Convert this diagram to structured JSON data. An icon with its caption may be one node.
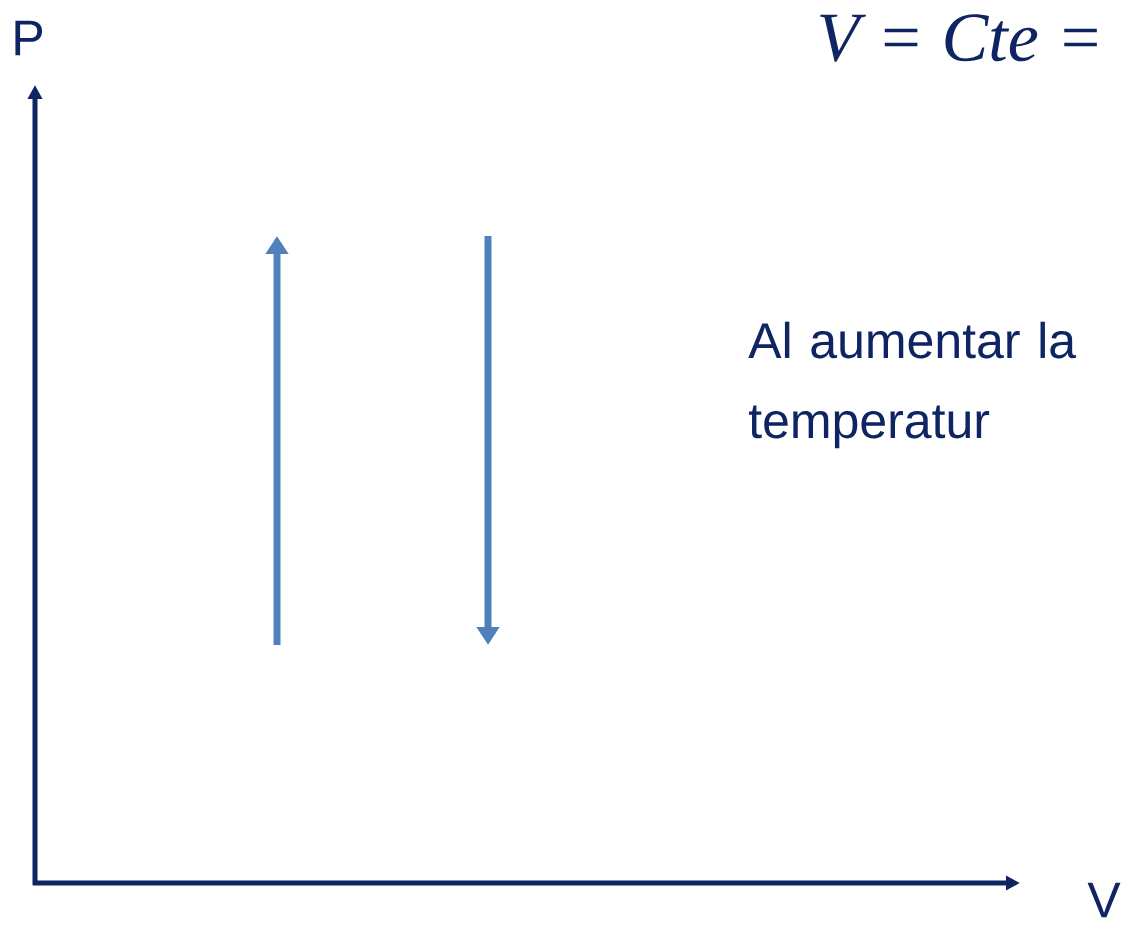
{
  "diagram": {
    "labels": [
      "V = Cte =",
      "P",
      "Al aumentar la temperatur",
      "V"
    ]
  }
}
